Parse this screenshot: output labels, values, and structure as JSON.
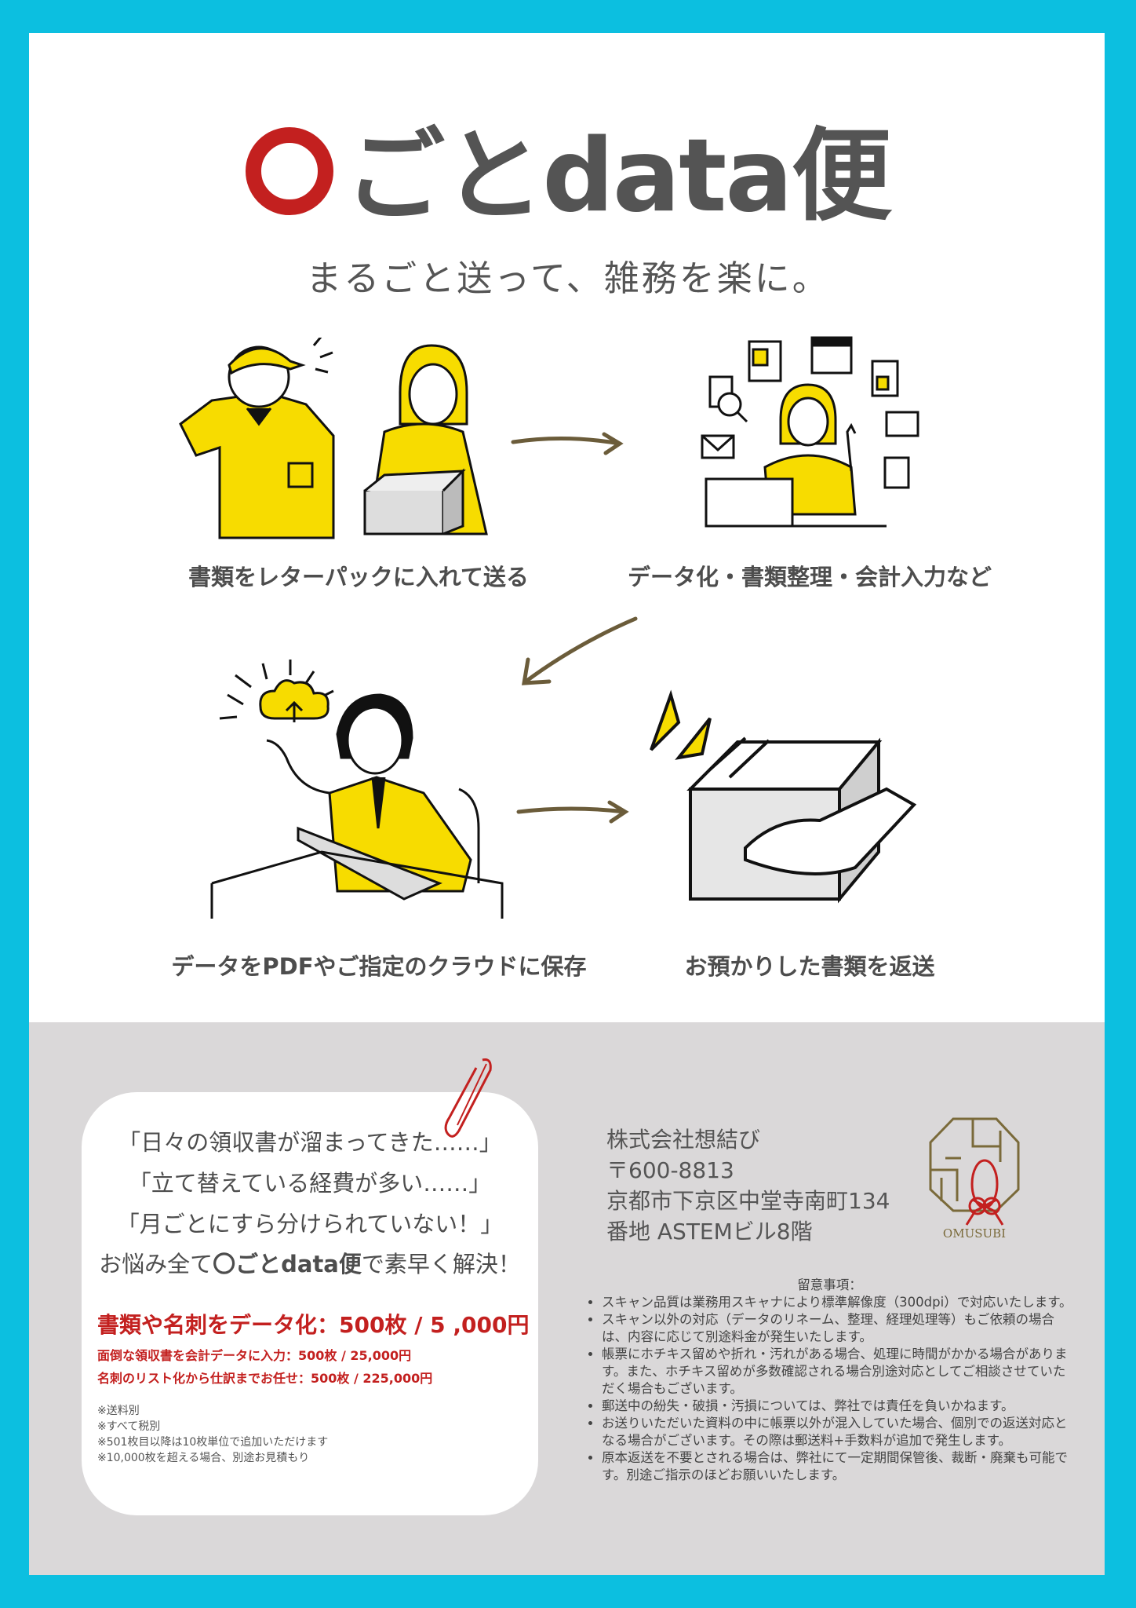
{
  "header": {
    "title_mark": "〇",
    "title": "ごとdata便",
    "subtitle": "まるごと送って、雑務を楽に。"
  },
  "steps": [
    {
      "caption": "書類をレターパックに入れて送る"
    },
    {
      "caption": "データ化・書類整理・会計入力など"
    },
    {
      "caption": "データをPDFやご指定のクラウドに保存"
    },
    {
      "caption": "お預かりした書類を返送"
    }
  ],
  "quote_box": {
    "lines": [
      "「日々の領収書が溜まってきた……」",
      "「立て替えている経費が多い……」",
      "「月ごとにすら分けられていない！」"
    ],
    "solution_prefix": "お悩み全て",
    "solution_brand": "〇ごとdata便",
    "solution_suffix": "で素早く解決！",
    "pricing": {
      "main": "書類や名刺をデータ化：500枚 / 5 ,000円",
      "sub1": "面倒な領収書を会計データに入力：500枚 / 25,000円",
      "sub2": "名刺のリスト化から仕訳までお任せ：500枚 / 225,000円"
    },
    "footnotes": [
      "※送料別",
      "※すべて税別",
      "※501枚目以降は10枚単位で追加いただけます",
      "※10,000枚を超える場合、別途お見積もり"
    ]
  },
  "company": {
    "name": "株式会社想結び",
    "postal": "〒600-8813",
    "address1": "京都市下京区中堂寺南町134",
    "address2": "番地 ASTEMビル8階",
    "logo_text": "OMUSUBI"
  },
  "notes": {
    "title": "留意事項：",
    "items": [
      "スキャン品質は業務用スキャナにより標準解像度（300dpi）で対応いたします。",
      "スキャン以外の対応（データのリネーム、整理、経理処理等）もご依頼の場合は、内容に応じて別途料金が発生いたします。",
      "帳票にホチキス留めや折れ・汚れがある場合、処理に時間がかかる場合があります。また、ホチキス留めが多数確認される場合別途対応としてご相談させていただく場合もございます。",
      "郵送中の紛失・破損・汚損については、弊社では責任を負いかねます。",
      "お送りいただいた資料の中に帳票以外が混入していた場合、個別での返送対応となる場合がございます。その際は郵送料+手数料が追加で発生します。",
      "原本返送を不要とされる場合は、弊社にて一定期間保管後、裁断・廃棄も可能です。別途ご指示のほどお願いいたします。"
    ]
  },
  "colors": {
    "frame": "#0cbfe0",
    "brand_red": "#c3201f",
    "accent_yellow": "#f7dc00",
    "gray_panel": "#dad8d9",
    "logo_gold": "#7a6a3a"
  }
}
